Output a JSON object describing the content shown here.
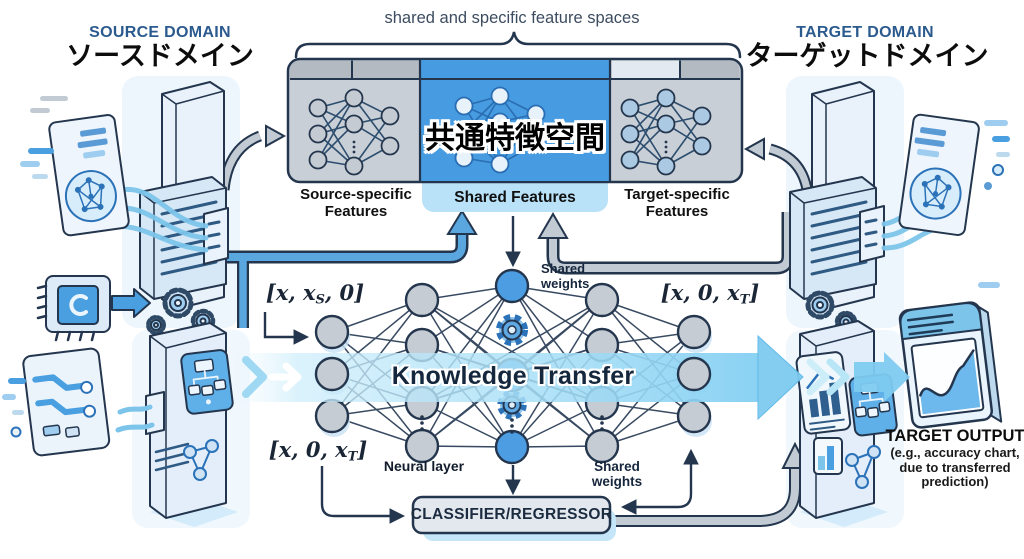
{
  "source_domain": {
    "en": "SOURCE DOMAIN",
    "ja": "ソースドメイン"
  },
  "target_domain": {
    "en": "TARGET DOMAIN",
    "ja": "ターゲットドメイン"
  },
  "feature_spaces": {
    "caption": "shared and specific feature spaces",
    "source_label": "Source-specific Features",
    "shared_overlay": "共通特徴空間",
    "shared_label": "Shared Features",
    "target_label": "Target-specific Features"
  },
  "network": {
    "input_source_parts": [
      "[x, x",
      "S",
      ", 0]"
    ],
    "input_target_top_parts": [
      "[x, 0, x",
      "T",
      "]"
    ],
    "input_target_bottom_parts": [
      "[x, 0, x",
      "T",
      "]"
    ],
    "shared_weights_top": "Shared\nweights",
    "shared_weights_bottom": "Shared\nweights",
    "neural_layer_label": "Neural layer",
    "knowledge_transfer": "Knowledge Transfer",
    "classifier_label": "CLASSIFIER/REGRESSOR"
  },
  "target_output": {
    "title": "TARGET OUTPUT",
    "subtitle": "(e.g., accuracy chart,\ndue to transferred\nprediction)"
  },
  "colors": {
    "outline": "#24364e",
    "accent_blue": "#4a9fe0",
    "panel_gray": "#c9cfd6",
    "pipe_gray": "#c2cbd3",
    "band_blue": "#8fd3f2",
    "heading_blue": "#2a5a8e"
  }
}
